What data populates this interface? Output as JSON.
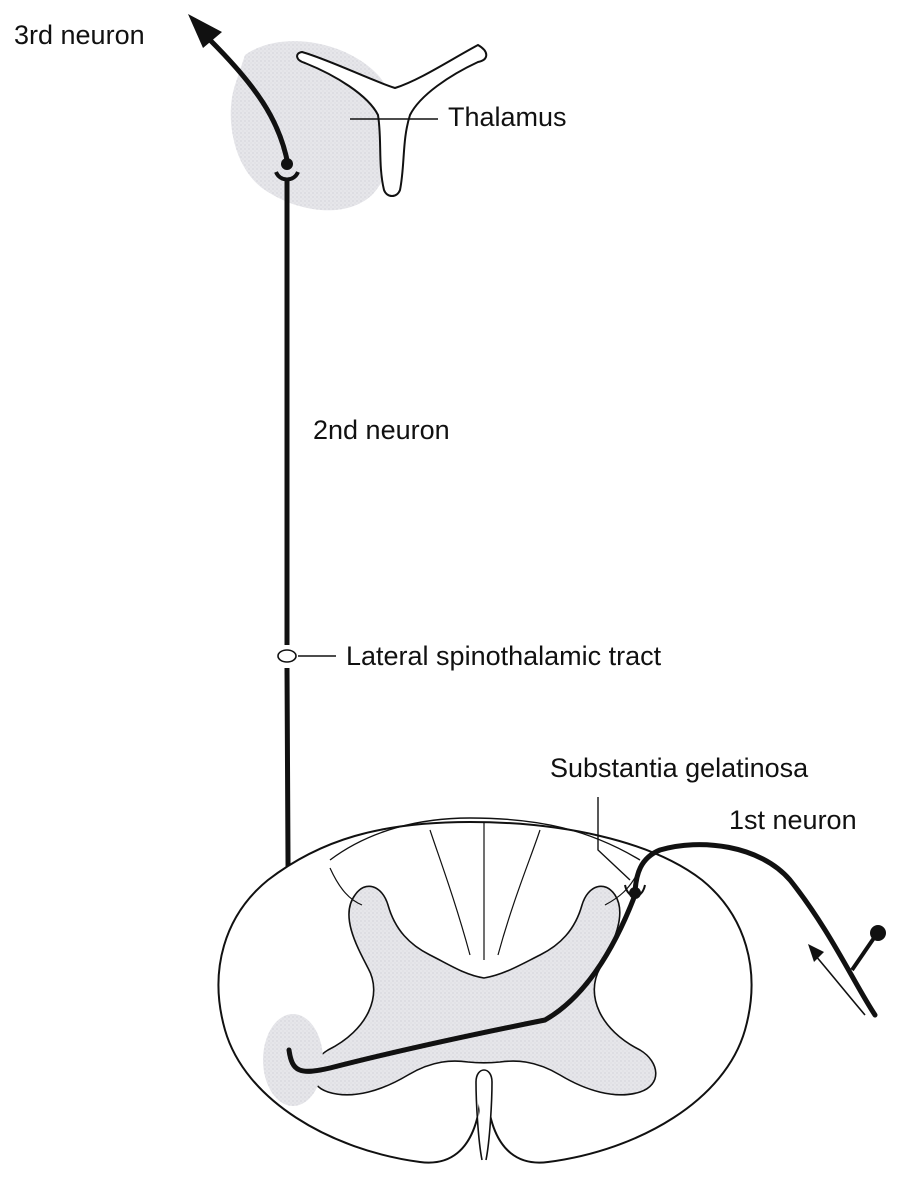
{
  "labels": {
    "third_neuron": "3rd neuron",
    "thalamus": "Thalamus",
    "second_neuron": "2nd neuron",
    "lateral_spinothalamic_tract": "Lateral spinothalamic tract",
    "substantia_gelatinosa": "Substantia gelatinosa",
    "first_neuron": "1st neuron"
  },
  "colors": {
    "ink": "#111111",
    "shade": "#e3e3e6",
    "background": "#ffffff"
  }
}
